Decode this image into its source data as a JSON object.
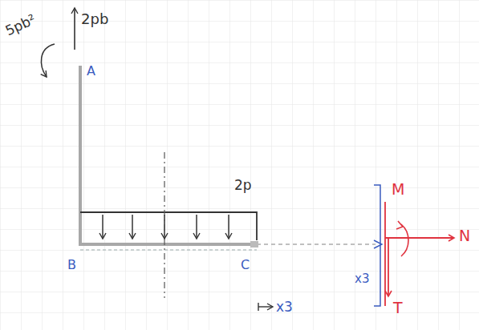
{
  "diagram": {
    "labels": [
      "5pb²",
      "2pb",
      "A",
      "B",
      "C",
      "2p",
      "x3",
      "x3",
      "M",
      "N",
      "T"
    ]
  }
}
